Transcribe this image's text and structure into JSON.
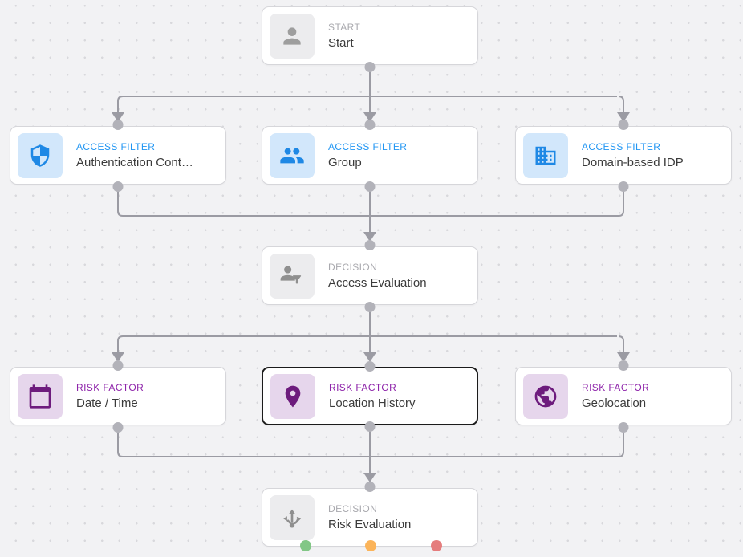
{
  "workflow": {
    "nodes": {
      "start": {
        "type_label": "START",
        "title": "Start",
        "icon": "person-icon"
      },
      "auth_context": {
        "type_label": "ACCESS FILTER",
        "title": "Authentication Cont…",
        "icon": "shield-icon"
      },
      "group": {
        "type_label": "ACCESS FILTER",
        "title": "Group",
        "icon": "group-icon"
      },
      "domain_idp": {
        "type_label": "ACCESS FILTER",
        "title": "Domain-based IDP",
        "icon": "building-icon"
      },
      "access_eval": {
        "type_label": "DECISION",
        "title": "Access Evaluation",
        "icon": "person-filter-icon"
      },
      "date_time": {
        "type_label": "RISK FACTOR",
        "title": "Date / Time",
        "icon": "calendar-icon"
      },
      "location_history": {
        "type_label": "RISK FACTOR",
        "title": "Location History",
        "icon": "location-pin-icon",
        "selected": true
      },
      "geolocation": {
        "type_label": "RISK FACTOR",
        "title": "Geolocation",
        "icon": "globe-icon"
      },
      "risk_eval": {
        "type_label": "DECISION",
        "title": "Risk Evaluation",
        "icon": "route-split-icon",
        "outcome_dots": [
          "green",
          "orange",
          "red"
        ]
      }
    },
    "colors": {
      "access_filter_accent": "#2196f3",
      "risk_factor_accent": "#8e24aa",
      "neutral_label": "#a9a9ae",
      "connector": "#9b9ba3",
      "port": "#b2b2b9",
      "outcome_green": "#82c786",
      "outcome_orange": "#fbb45a",
      "outcome_red": "#e57d7d"
    }
  }
}
